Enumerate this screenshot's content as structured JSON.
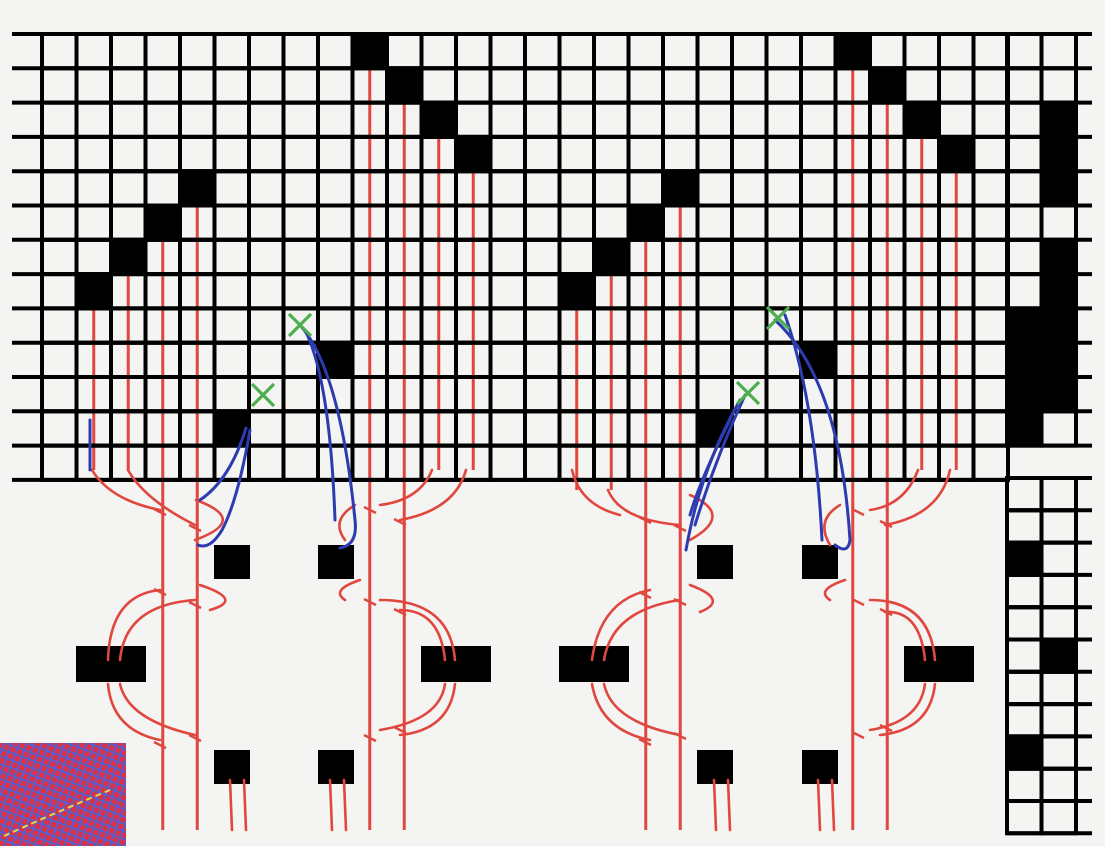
{
  "diagram": {
    "description_text": "",
    "colors": {
      "background": "#f4f4f2",
      "grid_line": "#000000",
      "filled_cell": "#000000",
      "warp_thread": "#e0473f",
      "crossing_thread": "#2d3bb0",
      "cross_mark": "#4cae4c",
      "swatch_red": "#d9304a",
      "swatch_blue": "#4b63d8",
      "swatch_yellow": "#e8d64a"
    },
    "main_grid": {
      "rows": 13,
      "cols": 28
    },
    "right_top_grid": {
      "rows": 13,
      "cols": 3
    },
    "right_bottom_grid": {
      "rows": 11,
      "cols": 3
    },
    "icons": [
      "cross-mark-icon",
      "fabric-swatch-icon"
    ]
  }
}
